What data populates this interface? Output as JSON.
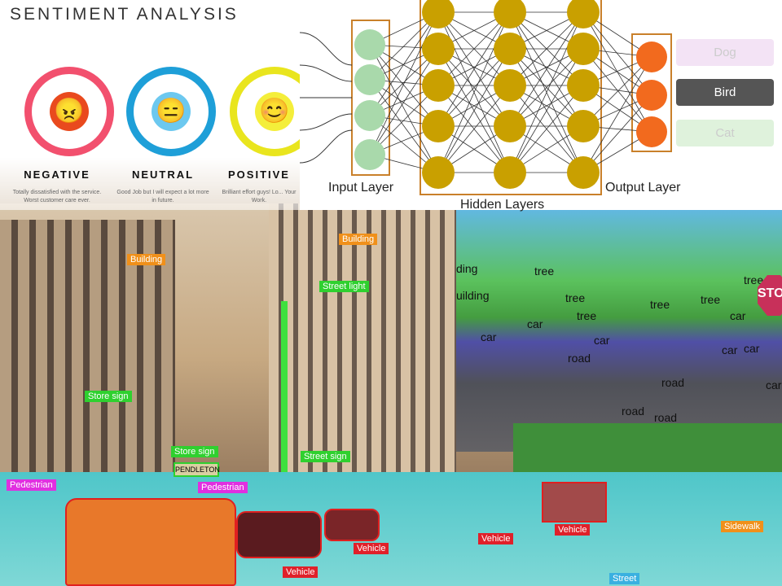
{
  "sentiment": {
    "title": "SENTIMENT ANALYSIS",
    "items": [
      {
        "name": "NEGATIVE",
        "desc": "Totally dissatisfied with the service. Worst customer care ever.",
        "color": "#f2506e",
        "face": "😠",
        "icon": "angry-face-icon"
      },
      {
        "name": "NEUTRAL",
        "desc": "Good Job but I will expect a lot more in future.",
        "color": "#1e9fd8",
        "face": "😑",
        "icon": "neutral-face-icon"
      },
      {
        "name": "POSITIVE",
        "desc": "Brilliant effort guys! Lo... Your Work.",
        "color": "#e9e51e",
        "face": "😊",
        "icon": "smile-face-icon"
      }
    ]
  },
  "network": {
    "input_label": "Input Layer",
    "hidden_label": "Hidden Layers",
    "output_label": "Output Layer",
    "classes": [
      {
        "label": "Dog",
        "bg": "#f3e3f5",
        "fg": "#ccc"
      },
      {
        "label": "Bird",
        "bg": "#555555",
        "fg": "#fff"
      },
      {
        "label": "Cat",
        "bg": "#dff2dc",
        "fg": "#ccc"
      }
    ],
    "colors": {
      "input": "#a9d9ab",
      "hidden": "#c9a000",
      "output": "#f26a1e",
      "box": "#c9802a"
    }
  },
  "street_labels": {
    "building1": "Building",
    "building2": "Building",
    "street_light": "Street light",
    "store_sign1": "Store sign",
    "store_sign2": "Store sign",
    "pedestrian1": "Pedestrian",
    "pedestrian2": "Pedestrian",
    "street_sign": "Street sign",
    "vehicle1": "Vehicle",
    "vehicle2": "Vehicle",
    "vehicle3": "Vehicle",
    "vehicle4": "Vehicle",
    "sidewalk": "Sidewalk",
    "street": "Street",
    "sign_text": "PENDLETON"
  },
  "segmentation_labels": [
    "ding",
    "uilding",
    "tree",
    "tree",
    "tree",
    "tree",
    "tree",
    "tree",
    "car",
    "car",
    "car",
    "car",
    "car",
    "car",
    "car",
    "road",
    "road",
    "road",
    "road",
    "STOP"
  ]
}
